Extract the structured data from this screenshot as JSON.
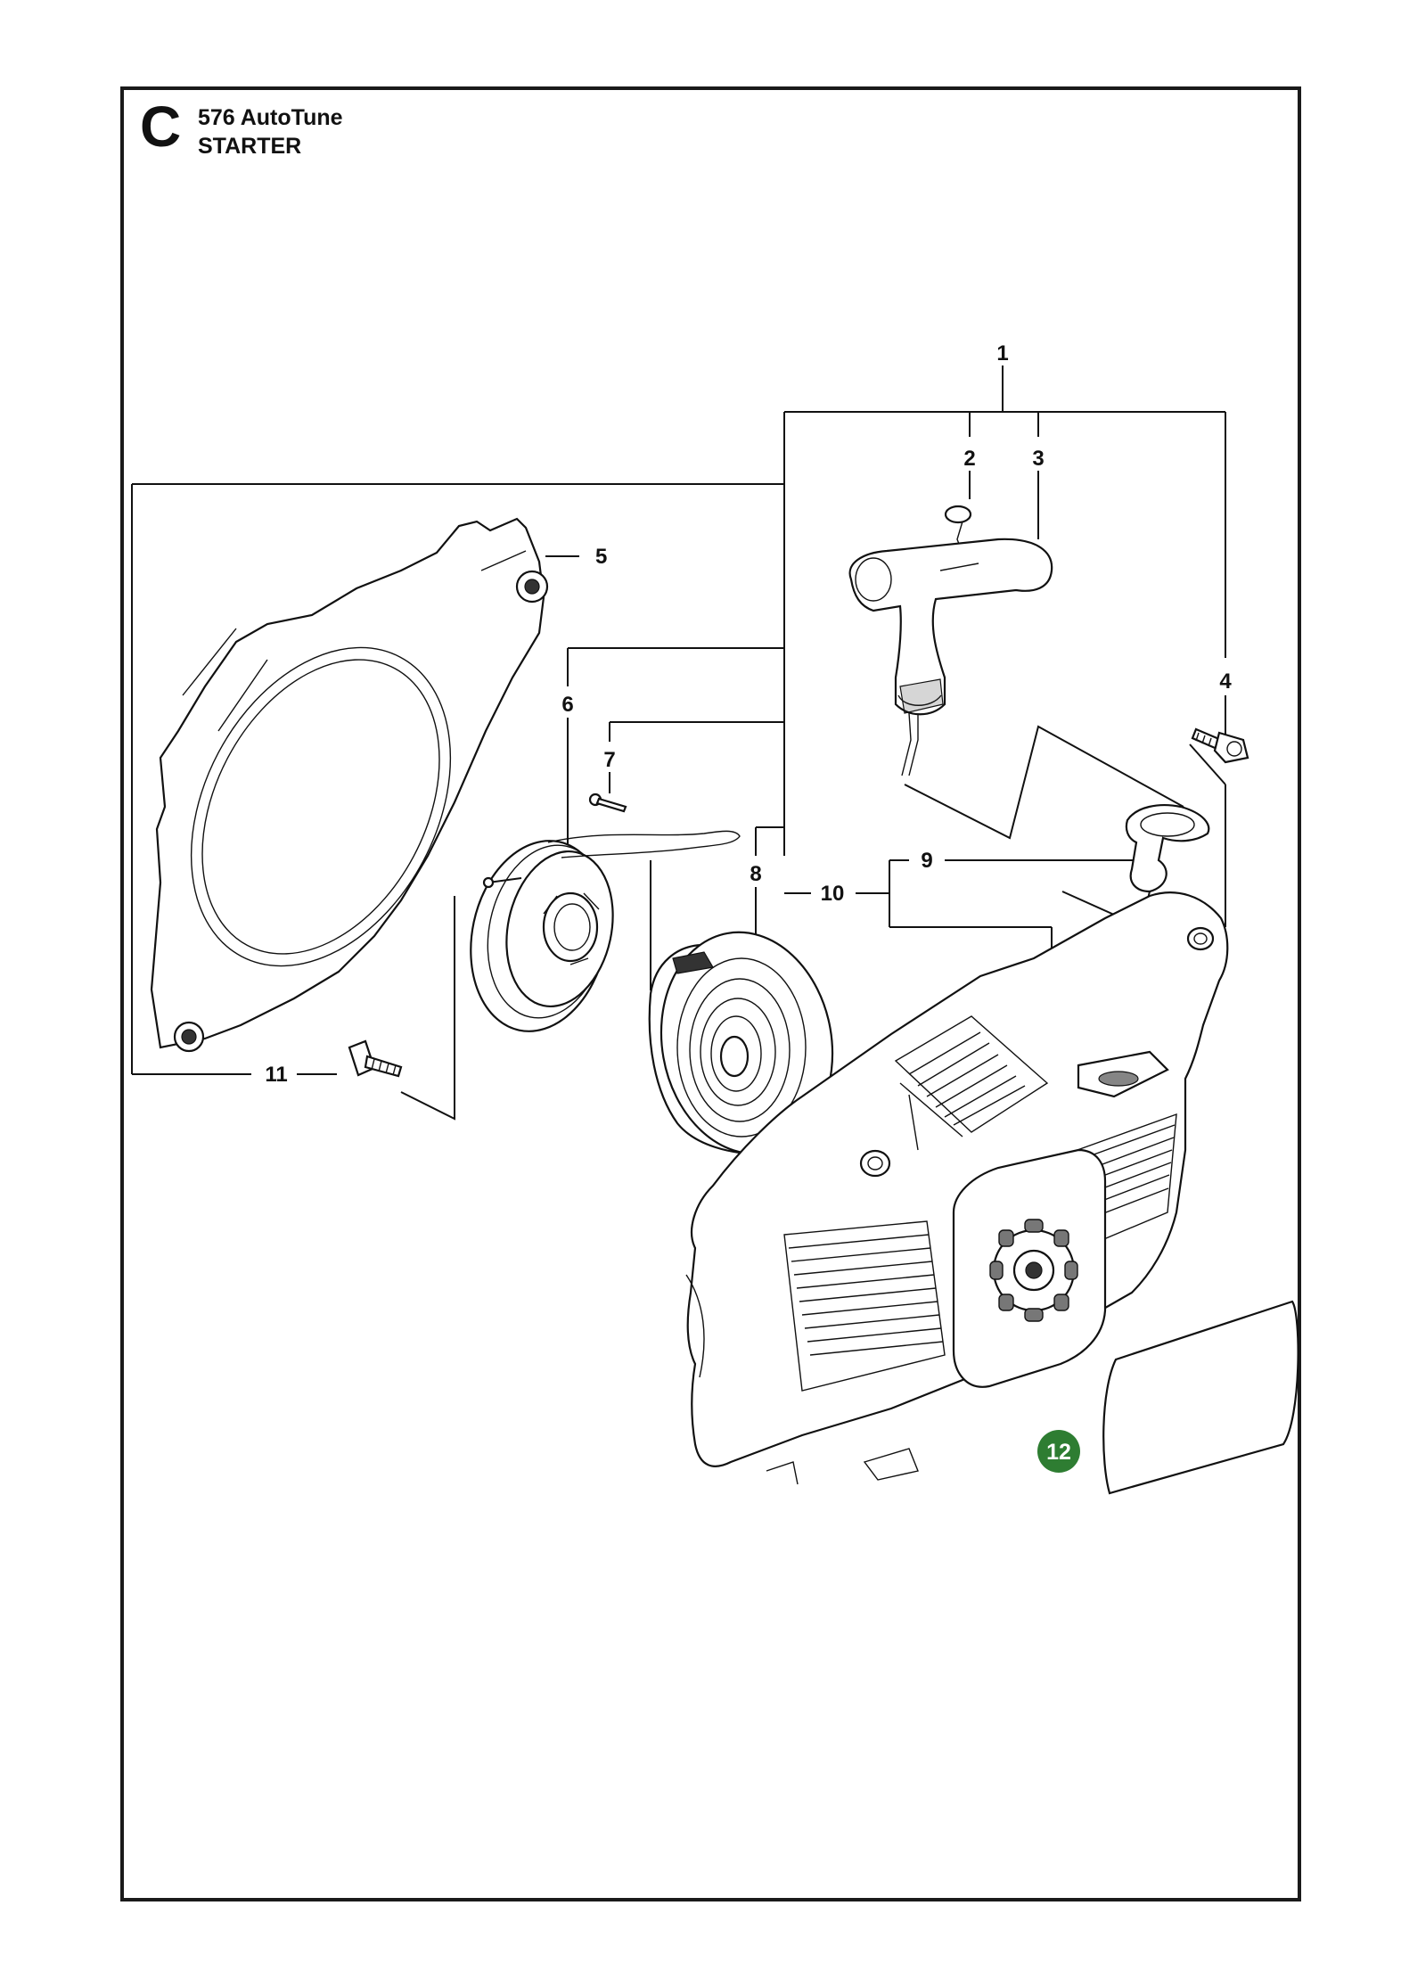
{
  "header": {
    "section_letter": "C",
    "model": "576 AutoTune",
    "section": "STARTER"
  },
  "callouts": [
    {
      "id": "1",
      "text": "1"
    },
    {
      "id": "2",
      "text": "2"
    },
    {
      "id": "3",
      "text": "3"
    },
    {
      "id": "4",
      "text": "4"
    },
    {
      "id": "5",
      "text": "5"
    },
    {
      "id": "6",
      "text": "6"
    },
    {
      "id": "7",
      "text": "7"
    },
    {
      "id": "8",
      "text": "8"
    },
    {
      "id": "9",
      "text": "9"
    },
    {
      "id": "10",
      "text": "10"
    },
    {
      "id": "11",
      "text": "11"
    },
    {
      "id": "12",
      "text": "12"
    }
  ],
  "colors": {
    "line": "#111111",
    "highlight_badge": "#2e7d32",
    "highlight_text": "#ffffff"
  }
}
